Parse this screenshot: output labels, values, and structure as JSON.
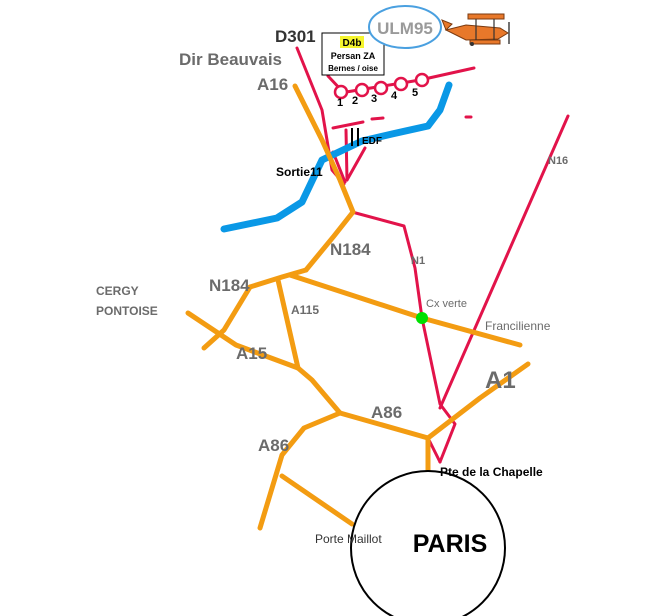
{
  "colors": {
    "motorway": "#f39c12",
    "national": "#e2134a",
    "river": "#0a98e6",
    "roundabout": "#00e000",
    "label_grey": "#6b6b6b",
    "label_black": "#000000",
    "badge_yellow": "#f5f52e",
    "ulm_border": "#4aa0e0",
    "plane_body": "#e8782a"
  },
  "labels": {
    "d301": "D301",
    "dir_beauvais": "Dir Beauvais",
    "a16": "A16",
    "sortie11": "Sortie11",
    "edf": "EDF",
    "n184_top": "N184",
    "n184_left": "N184",
    "n1": "N1",
    "n16": "N16",
    "cergy": "CERGY",
    "pontoise": "PONTOISE",
    "a115": "A115",
    "a15": "A15",
    "cx_verte": "Cx verte",
    "francilienne": "Francilienne",
    "a1": "A1",
    "a86_mid": "A86",
    "a86_left": "A86",
    "pte_chapelle": "Pte  de la Chapelle",
    "porte_maillot": "Porte Maillot",
    "paris": "PARIS"
  },
  "ulm": {
    "label": "ULM95"
  },
  "exit_box": {
    "badge": "D4b",
    "line1": "Persan ZA",
    "line2": "Bernes / oise"
  },
  "exits": [
    "1",
    "2",
    "3",
    "4",
    "5"
  ]
}
